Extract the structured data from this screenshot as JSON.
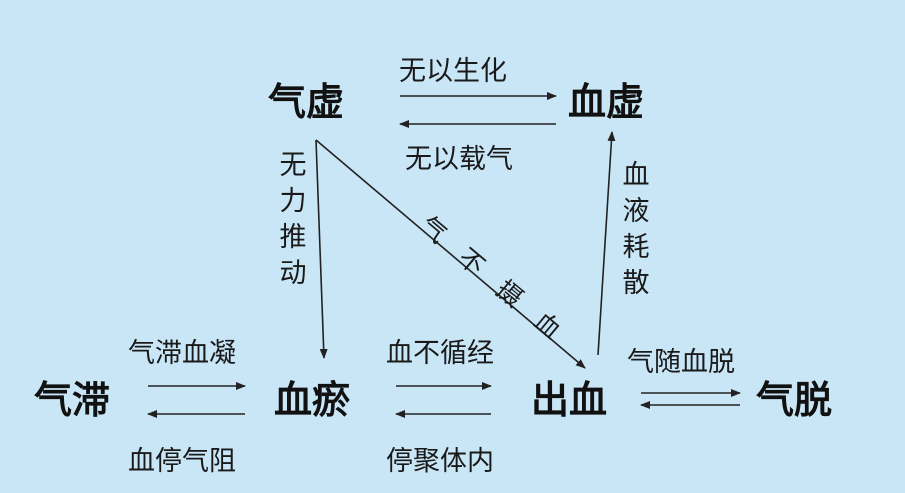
{
  "nodes": {
    "qixu": "气虚",
    "xuexu": "血虚",
    "qizhi": "气滞",
    "xueyu": "血瘀",
    "chuxue": "出血",
    "qituo": "气脱"
  },
  "labels": {
    "qixu_to_xuexu": "无以生化",
    "xuexu_to_qixu": "无以载气",
    "qixu_to_xueyu": "无力推动",
    "qixu_to_chuxue": "气不摄血",
    "chuxue_to_xuexu": "血液耗散",
    "qizhi_to_xueyu": "气滞血凝",
    "xueyu_to_qizhi": "血停气阻",
    "xueyu_to_chuxue": "血不循经",
    "chuxue_to_xueyu": "停聚体内",
    "chuxue_to_qituo": "气随血脱"
  }
}
